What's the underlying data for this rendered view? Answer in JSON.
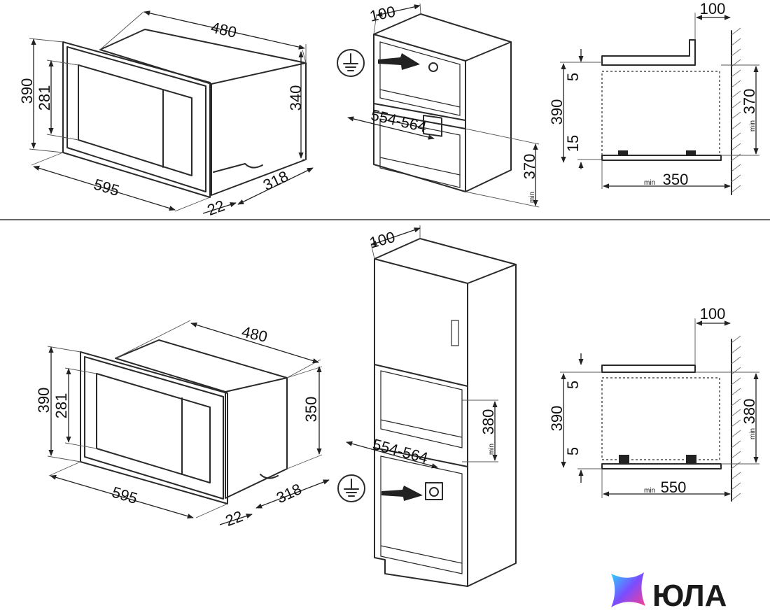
{
  "top": {
    "microwave": {
      "depth": "480",
      "height_outer": "390",
      "height_inner": "281",
      "height_body": "340",
      "width": "595",
      "side_depth": "318",
      "door": "22"
    },
    "cabinet": {
      "gap": "100",
      "niche_width": "554-564",
      "niche_min_prefix": "min",
      "niche_height": "370"
    },
    "section": {
      "gap": "100",
      "top_gap": "5",
      "height": "390",
      "bottom_gap": "15",
      "min_prefix": "min",
      "inner_height": "370",
      "inner_depth": "350"
    }
  },
  "bottom": {
    "microwave": {
      "depth": "480",
      "height_outer": "390",
      "height_inner": "281",
      "height_body": "350",
      "width": "595",
      "side_depth": "318",
      "door": "22"
    },
    "cabinet": {
      "gap": "100",
      "niche_width": "554-564",
      "niche_min_prefix": "min",
      "niche_height": "380"
    },
    "section": {
      "gap": "100",
      "top_gap": "5",
      "height": "390",
      "bottom_gap": "5",
      "min_prefix": "min",
      "inner_height": "380",
      "inner_depth": "550"
    }
  },
  "logo": {
    "text": "ЮЛА",
    "colors": [
      "#2ad7ff",
      "#7a4cff",
      "#ff3f8e"
    ]
  }
}
